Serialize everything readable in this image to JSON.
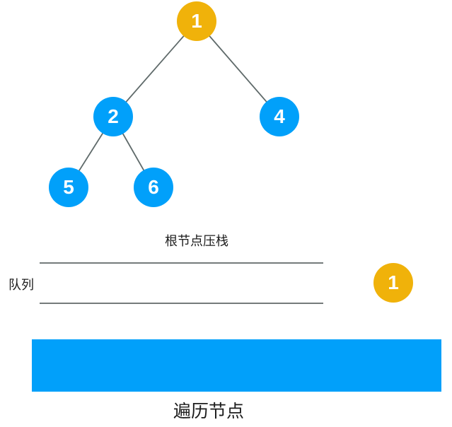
{
  "colors": {
    "highlight_node": "#F0B20A",
    "default_node": "#01A0FA",
    "edge": "#5F6A6A",
    "queue_line": "#757B7B",
    "traversal_bar": "#01A0FA",
    "caption_text": "#1C1C1C",
    "node_text": "#FFFFFF"
  },
  "tree": {
    "nodes": [
      {
        "value": "1",
        "state": "highlighted"
      },
      {
        "value": "2",
        "state": "default"
      },
      {
        "value": "4",
        "state": "default"
      },
      {
        "value": "5",
        "state": "default"
      },
      {
        "value": "6",
        "state": "default"
      }
    ],
    "edges": [
      "1-2",
      "1-4",
      "2-5",
      "2-6"
    ]
  },
  "annotations": {
    "stack_caption": "根节点压栈",
    "queue_label": "队列",
    "traversal_caption": "遍历节点"
  },
  "queue": {
    "items": []
  },
  "pending_node": {
    "value": "1",
    "state": "highlighted"
  },
  "traversal": {
    "items": []
  }
}
